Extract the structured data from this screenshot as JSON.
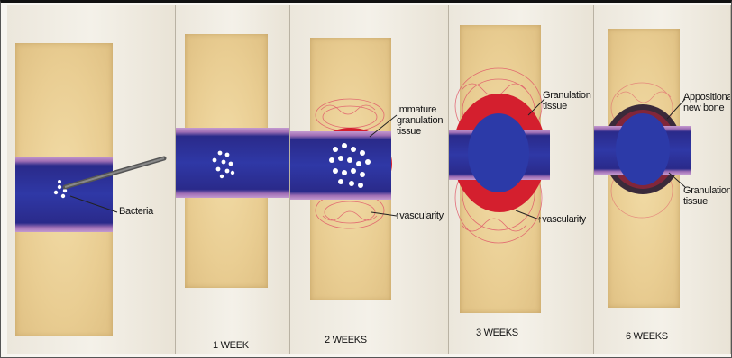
{
  "panels": [
    {
      "caption": ""
    },
    {
      "caption": "1 WEEK"
    },
    {
      "caption": "2 WEEKS"
    },
    {
      "caption": "3 WEEKS"
    },
    {
      "caption": "6 WEEKS"
    }
  ],
  "labels": {
    "bacteria": "Bacteria",
    "immature_granulation": "Immature granulation tissue",
    "vascularity_2w": "↑vascularity",
    "granulation_3w": "Granulation tissue",
    "vascularity_3w": "↑vascularity",
    "appositional": "Appositional new bone",
    "granulation_6w": "Granulation tissue"
  },
  "colors": {
    "bone": "#e9cd92",
    "marrow_band": "#2f38a6",
    "periosteum": "#a06fb5",
    "granulation": "#d41f2e",
    "vessels": "#e05a6a"
  }
}
